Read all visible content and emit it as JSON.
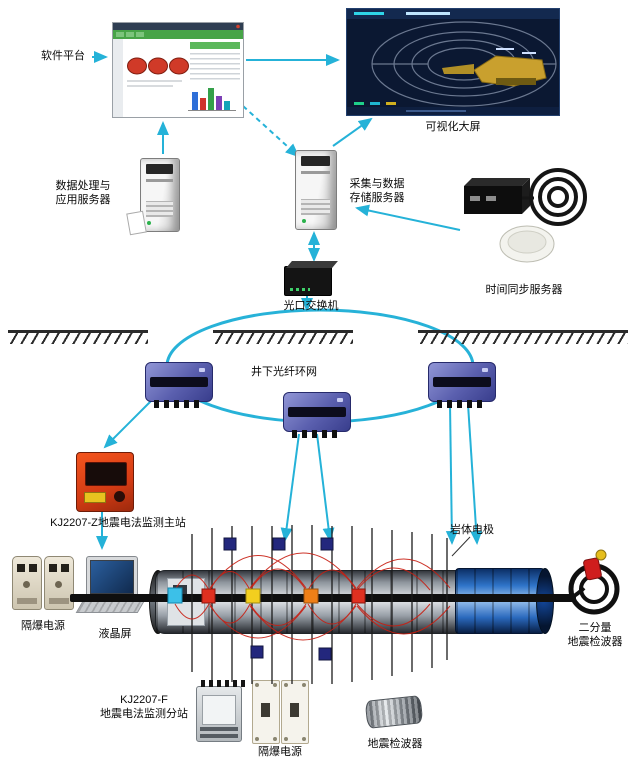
{
  "colors": {
    "arrow": "#25b2d8",
    "ring": "#27b2d8",
    "field_line": "#c81e12",
    "main_station": "#d33b14",
    "substation": "#5a5fae"
  },
  "nodes": {
    "software_platform": {
      "label": "软件平台"
    },
    "big_screen": {
      "label": "可视化大屏"
    },
    "app_server": {
      "label": "数据处理与\n应用服务器"
    },
    "storage_server": {
      "label": "采集与数据\n存储服务器"
    },
    "time_sync_server": {
      "label": "时间同步服务器"
    },
    "optical_switch": {
      "label": "光口交换机"
    },
    "fiber_ring": {
      "label": "井下光纤环网"
    },
    "main_station": {
      "label": "KJ2207-Z地震电法监测主站"
    },
    "rock_electrode": {
      "label": "岩体电极"
    },
    "power_left": {
      "label": "隔爆电源"
    },
    "lcd_screen": {
      "label": "液晶屏"
    },
    "geophone_2c": {
      "label": "二分量\n地震检波器"
    },
    "substation_f": {
      "label": "KJ2207-F\n地震电法监测分站"
    },
    "power_bottom": {
      "label": "隔爆电源"
    },
    "geophone": {
      "label": "地震检波器"
    }
  }
}
